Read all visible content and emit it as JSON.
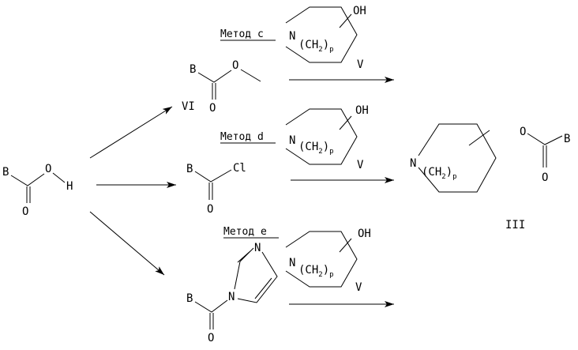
{
  "atoms": {
    "B": "B",
    "O": "O",
    "H": "H",
    "N": "N",
    "Cl": "Cl",
    "OH": "OH"
  },
  "ring_bridge": {
    "open": "(CH",
    "sub": "2",
    "close": ")",
    "p": "p"
  },
  "compound_labels": {
    "vi": "VI",
    "v": "V",
    "iii": "III"
  },
  "methods": {
    "c": "Метод c",
    "d": "Метод d",
    "e": "Метод e"
  },
  "colors": {
    "ink": "#000000",
    "background": "#ffffff"
  }
}
